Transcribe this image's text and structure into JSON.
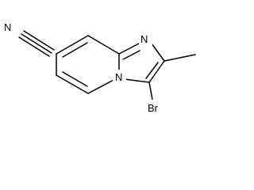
{
  "molecule": {
    "atoms": {
      "nitrile_n": "N",
      "ring_n_top": "N",
      "ring_n_bridge": "N",
      "bromine": "Br"
    }
  },
  "colors": {
    "bond": "#000000",
    "label": "#000000",
    "background": "#ffffff"
  }
}
